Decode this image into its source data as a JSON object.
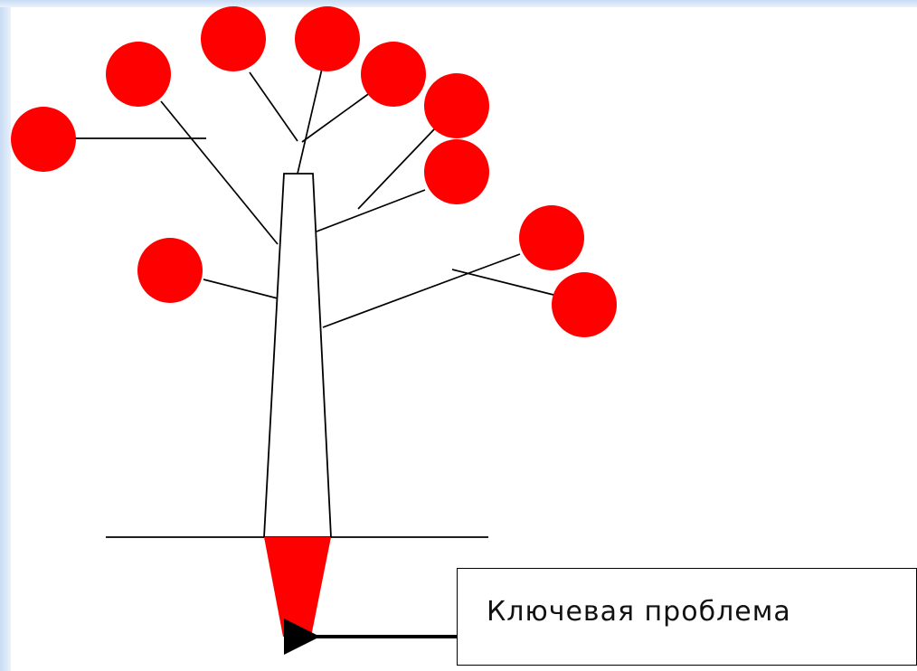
{
  "slide": {
    "colors": {
      "background": "#ffffff",
      "frame_blue": "#c8dcf4",
      "frame_blue_light": "#e9f1fb",
      "fruit_red": "#ff0000",
      "line_black": "#000000"
    }
  },
  "diagram": {
    "icons": {
      "trunk": "tree-trunk-outline",
      "root": "red-root-trapezoid",
      "fruit": "red-circle",
      "arrow": "left-arrow"
    }
  },
  "callout": {
    "label": "Ключевая проблема"
  }
}
